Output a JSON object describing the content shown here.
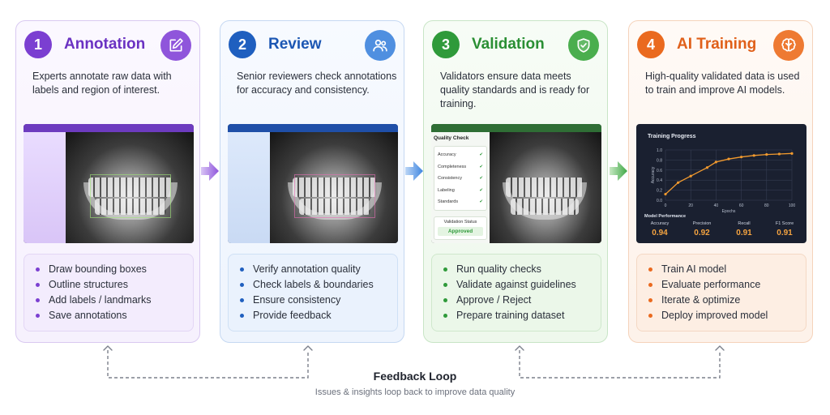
{
  "stages": [
    {
      "number": "1",
      "title": "Annotation",
      "color": "#7b3fd1",
      "icon": "edit-icon",
      "description": "Experts annotate raw data with labels and region of interest.",
      "items": [
        "Draw bounding boxes",
        "Outline structures",
        "Add labels / landmarks",
        "Save annotations"
      ]
    },
    {
      "number": "2",
      "title": "Review",
      "color": "#1f5fbf",
      "icon": "users-icon",
      "description": "Senior reviewers check annotations for accuracy and consistency.",
      "items": [
        "Verify annotation quality",
        "Check labels & boundaries",
        "Ensure consistency",
        "Provide feedback"
      ]
    },
    {
      "number": "3",
      "title": "Validation",
      "color": "#2f9a3a",
      "icon": "shield-check-icon",
      "description": "Validators ensure data meets quality standards and is ready for training.",
      "items": [
        "Run quality checks",
        "Validate against guidelines",
        "Approve / Reject",
        "Prepare training dataset"
      ],
      "panel": {
        "title": "Quality Check",
        "checks": [
          "Accuracy",
          "Completeness",
          "Consistency",
          "Labeling",
          "Standards"
        ],
        "status_label": "Validation Status",
        "status_value": "Approved"
      }
    },
    {
      "number": "4",
      "title": "AI Training",
      "color": "#ea6a1f",
      "icon": "brain-icon",
      "description": "High-quality validated data is used to train and improve AI models.",
      "items": [
        "Train AI model",
        "Evaluate performance",
        "Iterate & optimize",
        "Deploy improved model"
      ],
      "metrics_title": "Model Performance",
      "metrics": [
        {
          "label": "Accuracy",
          "value": "0.94"
        },
        {
          "label": "Precision",
          "value": "0.92"
        },
        {
          "label": "Recall",
          "value": "0.91"
        },
        {
          "label": "F1 Score",
          "value": "0.91"
        }
      ]
    }
  ],
  "chart_data": {
    "type": "line",
    "title": "Training Progress",
    "xlabel": "Epochs",
    "ylabel": "Accuracy",
    "x": [
      0,
      10,
      20,
      33,
      40,
      50,
      60,
      70,
      80,
      90,
      100
    ],
    "series": [
      {
        "values": [
          0.12,
          0.35,
          0.48,
          0.65,
          0.76,
          0.82,
          0.86,
          0.89,
          0.91,
          0.92,
          0.93
        ]
      }
    ],
    "xticks": [
      "0",
      "20",
      "40",
      "60",
      "80",
      "100"
    ],
    "yticks": [
      "0.0",
      "0.2",
      "0.4",
      "0.6",
      "0.8",
      "1.0"
    ],
    "xlim": [
      0,
      100
    ],
    "ylim": [
      0,
      1.0
    ],
    "line_color": "#f29a2e"
  },
  "feedback": {
    "title": "Feedback Loop",
    "subtitle": "Issues & insights loop back to improve data quality"
  }
}
